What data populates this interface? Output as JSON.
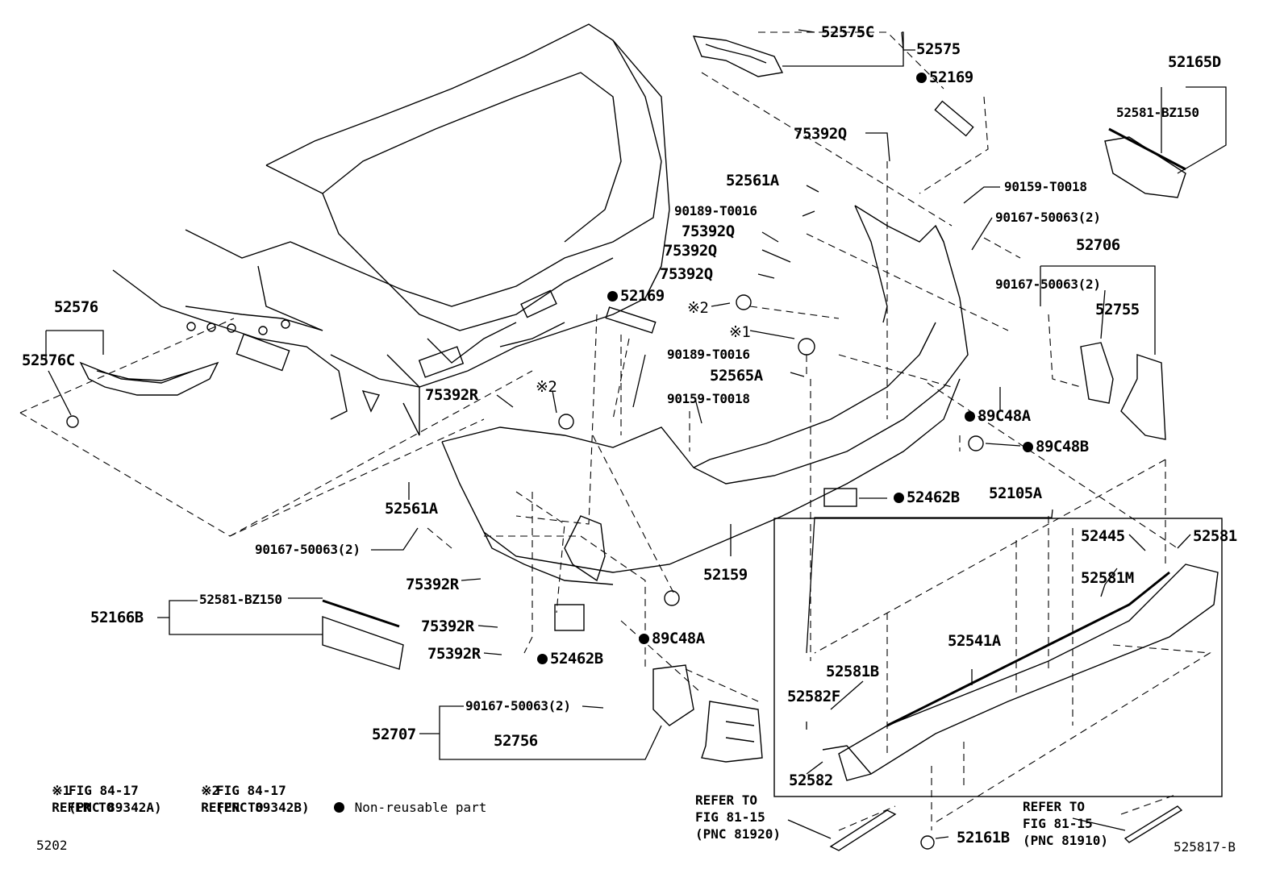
{
  "labels": {
    "p52575C": "52575C",
    "p52575": "52575",
    "p52169_top": "52169",
    "p52165D": "52165D",
    "p52581BZ150_top": "52581-BZ150",
    "p75392Q_top": "75392Q",
    "p52561A_top": "52561A",
    "p90159T0018_top": "90159-T0018",
    "p90189T0016_top": "90189-T0016",
    "p90167_50063_2_r1": "90167-50063(2)",
    "p75392Q_a": "75392Q",
    "p75392Q_b": "75392Q",
    "p75392Q_c": "75392Q",
    "p52706": "52706",
    "p90167_50063_2_r2": "90167-50063(2)",
    "mark2_upper": "※2",
    "p52755": "52755",
    "p52576": "52576",
    "p52169_mid": "52169",
    "mark1": "※1",
    "p52576C": "52576C",
    "p90189T0016_mid": "90189-T0016",
    "p52565A": "52565A",
    "mark2_lower": "※2",
    "p75392R_top": "75392R",
    "p90159T0018_mid": "90159-T0018",
    "p89C48A_right": "89C48A",
    "p89C48B": "89C48B",
    "p52462B_right": "52462B",
    "p52105A": "52105A",
    "p52561A_low": "52561A",
    "p90167_50063_2_left": "90167-50063(2)",
    "p52445": "52445",
    "p52581": "52581",
    "p52581M": "52581M",
    "p52159": "52159",
    "p75392R_a": "75392R",
    "p52581BZ150_left": "52581-BZ150",
    "p52166B": "52166B",
    "p89C48A_low": "89C48A",
    "p75392R_b": "75392R",
    "p75392R_c": "75392R",
    "p52462B_low": "52462B",
    "p52541A": "52541A",
    "p52581B": "52581B",
    "p52582F": "52582F",
    "p90167_50063_2_bottom": "90167-50063(2)",
    "p52707": "52707",
    "p52756": "52756",
    "p52582": "52582",
    "p52161B": "52161B"
  },
  "non_reusable": [
    "p52169_top",
    "p52169_mid",
    "p89C48A_right",
    "p89C48B",
    "p52462B_right",
    "p89C48A_low",
    "p52462B_low"
  ],
  "references": {
    "ref1": {
      "mark": "※1",
      "lines": [
        "REFER TO",
        "FIG 84-17",
        "(PNC 89342A)"
      ]
    },
    "ref2": {
      "mark": "※2",
      "lines": [
        "REFER TO",
        "FIG 84-17",
        "(PNC 89342B)"
      ]
    },
    "fig81_left": {
      "lines": [
        "REFER TO",
        "FIG 81-15",
        "(PNC 81920)"
      ]
    },
    "fig81_right": {
      "lines": [
        "REFER TO",
        "FIG 81-15",
        "(PNC 81910)"
      ]
    }
  },
  "legend": {
    "text": "Non-reusable part"
  },
  "page_number": "5202",
  "figure_code": "525817-B"
}
